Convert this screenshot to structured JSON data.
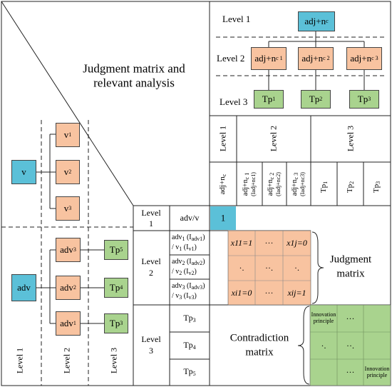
{
  "title": {
    "line1": "Judgment matrix and",
    "line2": "relevant analysis"
  },
  "right_tree": {
    "levels": {
      "l1": "Level 1",
      "l2": "Level 2",
      "l3": "Level 3"
    },
    "root": "adj+n",
    "root_sub": "c",
    "mid": [
      {
        "main": "adj+n",
        "sub": "c 1"
      },
      {
        "main": "adj+n",
        "sub": "c 2"
      },
      {
        "main": "adj+n",
        "sub": "c 3"
      }
    ],
    "leaves": [
      {
        "main": "Tp",
        "sub": "1"
      },
      {
        "main": "Tp",
        "sub": "2"
      },
      {
        "main": "Tp",
        "sub": "3"
      }
    ]
  },
  "left_tree": {
    "v_root": "v",
    "v_children": [
      {
        "main": "v",
        "sub": "1"
      },
      {
        "main": "v",
        "sub": "2"
      },
      {
        "main": "v",
        "sub": "3"
      }
    ],
    "adv_root": "adv",
    "adv_children": [
      {
        "main": "adv",
        "sub": "3"
      },
      {
        "main": "adv",
        "sub": "2"
      },
      {
        "main": "adv",
        "sub": "1"
      }
    ],
    "tp": [
      {
        "main": "Tp",
        "sub": "5"
      },
      {
        "main": "Tp",
        "sub": "4"
      },
      {
        "main": "Tp",
        "sub": "3"
      }
    ],
    "levels": [
      "Level 1",
      "Level 2",
      "Level 3"
    ]
  },
  "col_header": {
    "level1": "Level 1",
    "level2": "Level 2",
    "level3": "Level 3",
    "c1": {
      "main": "adj+n",
      "sub": "c"
    },
    "c2": [
      {
        "main": "adj+n",
        "sub": "c 1",
        "note": "(I",
        "note_sub": "adj+nc1",
        "note_end": ")"
      },
      {
        "main": "adj+n",
        "sub": "c 2",
        "note": "(I",
        "note_sub": "adj+nc2",
        "note_end": ")"
      },
      {
        "main": "adj+n",
        "sub": "c 3",
        "note": "(I",
        "note_sub": "adj+nc3",
        "note_end": ")"
      }
    ],
    "c3": [
      {
        "main": "Tp",
        "sub": "1"
      },
      {
        "main": "Tp",
        "sub": "2"
      },
      {
        "main": "Tp",
        "sub": "3"
      }
    ]
  },
  "row_header": {
    "level1": {
      "line1": "Level",
      "line2": "1"
    },
    "level2": {
      "line1": "Level",
      "line2": "2"
    },
    "level3": {
      "line1": "Level",
      "line2": "3"
    },
    "advv": "adv/v",
    "l2_rows": [
      {
        "a": "adv",
        "a_sub": "1",
        "a_note": "(I",
        "a_note_sub": "adv1",
        "b": "/ v",
        "b_sub": "1",
        "b_note": "(I",
        "b_note_sub": "v1"
      },
      {
        "a": "adv",
        "a_sub": "2",
        "a_note": "(I",
        "a_note_sub": "adv2",
        "b": "/ v",
        "b_sub": "2",
        "b_note": "(I",
        "b_note_sub": "v2"
      },
      {
        "a": "adv",
        "a_sub": "3",
        "a_note": "(I",
        "a_note_sub": "adv3",
        "b": "/ v",
        "b_sub": "3",
        "b_note": "(I",
        "b_note_sub": "v3"
      }
    ],
    "l3_rows": [
      {
        "main": "Tp",
        "sub": "3"
      },
      {
        "main": "Tp",
        "sub": "4"
      },
      {
        "main": "Tp",
        "sub": "5"
      }
    ]
  },
  "matrix": {
    "one": "1",
    "cells": [
      [
        "x11=1",
        "···",
        "x1j=0"
      ],
      [
        "·.",
        "··.",
        "·."
      ],
      [
        "xi1=0",
        "···",
        "xij=1"
      ]
    ],
    "judgment_label": {
      "line1": "Judgment",
      "line2": "matrix"
    },
    "contradiction_label": {
      "line1": "Contradiction",
      "line2": "matrix"
    },
    "green_cells": {
      "top_left": "Innovation principle",
      "top_mid": "···",
      "center": "··.",
      "left": "·.",
      "bottom_mid": "···",
      "bottom_right": "Innovation principle"
    }
  },
  "colors": {
    "blue": "#5bc0d8",
    "orange": "#f8c3a0",
    "green": "#a9d38e"
  }
}
